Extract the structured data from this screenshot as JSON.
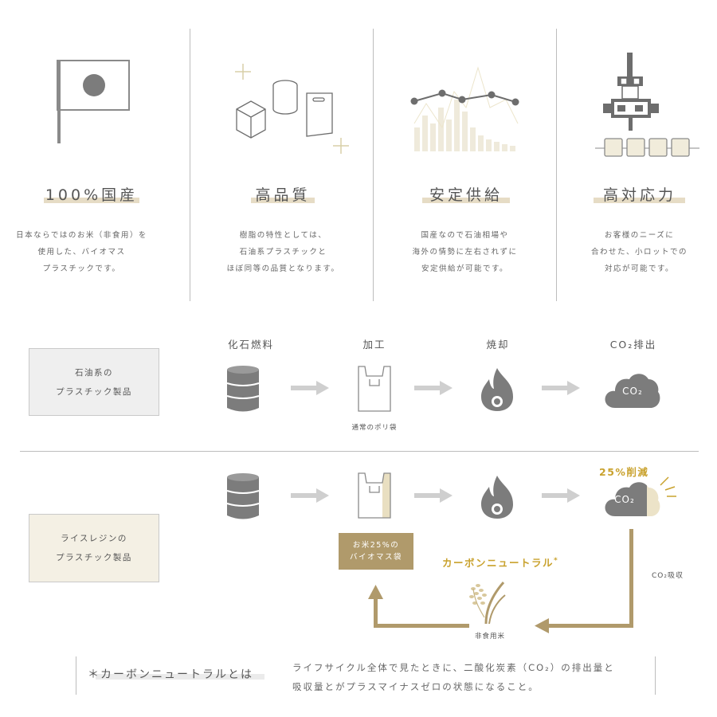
{
  "features": [
    {
      "title": "100%国産",
      "desc": [
        "日本ならではのお米（非食用）を",
        "使用した、バイオマス",
        "プラスチックです。"
      ],
      "icon": "japan-flag-icon"
    },
    {
      "title": "高品質",
      "desc": [
        "樹脂の特性としては、",
        "石油系プラスチックと",
        "ほぼ同等の品質となります。"
      ],
      "icon": "products-icon"
    },
    {
      "title": "安定供給",
      "desc": [
        "国産なので石油相場や",
        "海外の情勢に左右されずに",
        "安定供給が可能です。"
      ],
      "icon": "stable-supply-chart-icon"
    },
    {
      "title": "高対応力",
      "desc": [
        "お客様のニーズに",
        "合わせた、小ロットでの",
        "対応が可能です。"
      ],
      "icon": "small-lot-machine-icon"
    }
  ],
  "flow_petroleum": {
    "box": [
      "石油系の",
      "プラスチック製品"
    ],
    "steps": [
      "化石燃料",
      "加工",
      "焼却",
      "CO₂排出"
    ],
    "bag_caption": "通常のポリ袋",
    "cloud_text": "CO₂"
  },
  "flow_rice": {
    "box": [
      "ライスレジンの",
      "プラスチック製品"
    ],
    "reduction": "25%削減",
    "cloud_text": "CO₂",
    "bag_box": [
      "お米25%の",
      "バイオマス袋"
    ],
    "carbon_neutral": "カーボンニュートラル",
    "asterisk": "*",
    "absorb": "CO₂吸収",
    "rice_label": "非食用米"
  },
  "note": {
    "title": "＊カーボンニュートラルとは",
    "text": [
      "ライフサイクル全体で見たときに、二酸化炭素（CO₂）の排出量と",
      "吸収量とがプラスマイナスゼロの状態になること。"
    ]
  },
  "colors": {
    "gold": "#c9a22e",
    "tan": "#b09a6b",
    "gray_icon": "#7c7c7c",
    "arrow_gray": "#cfcfcf",
    "cream": "#f4f0e4"
  }
}
